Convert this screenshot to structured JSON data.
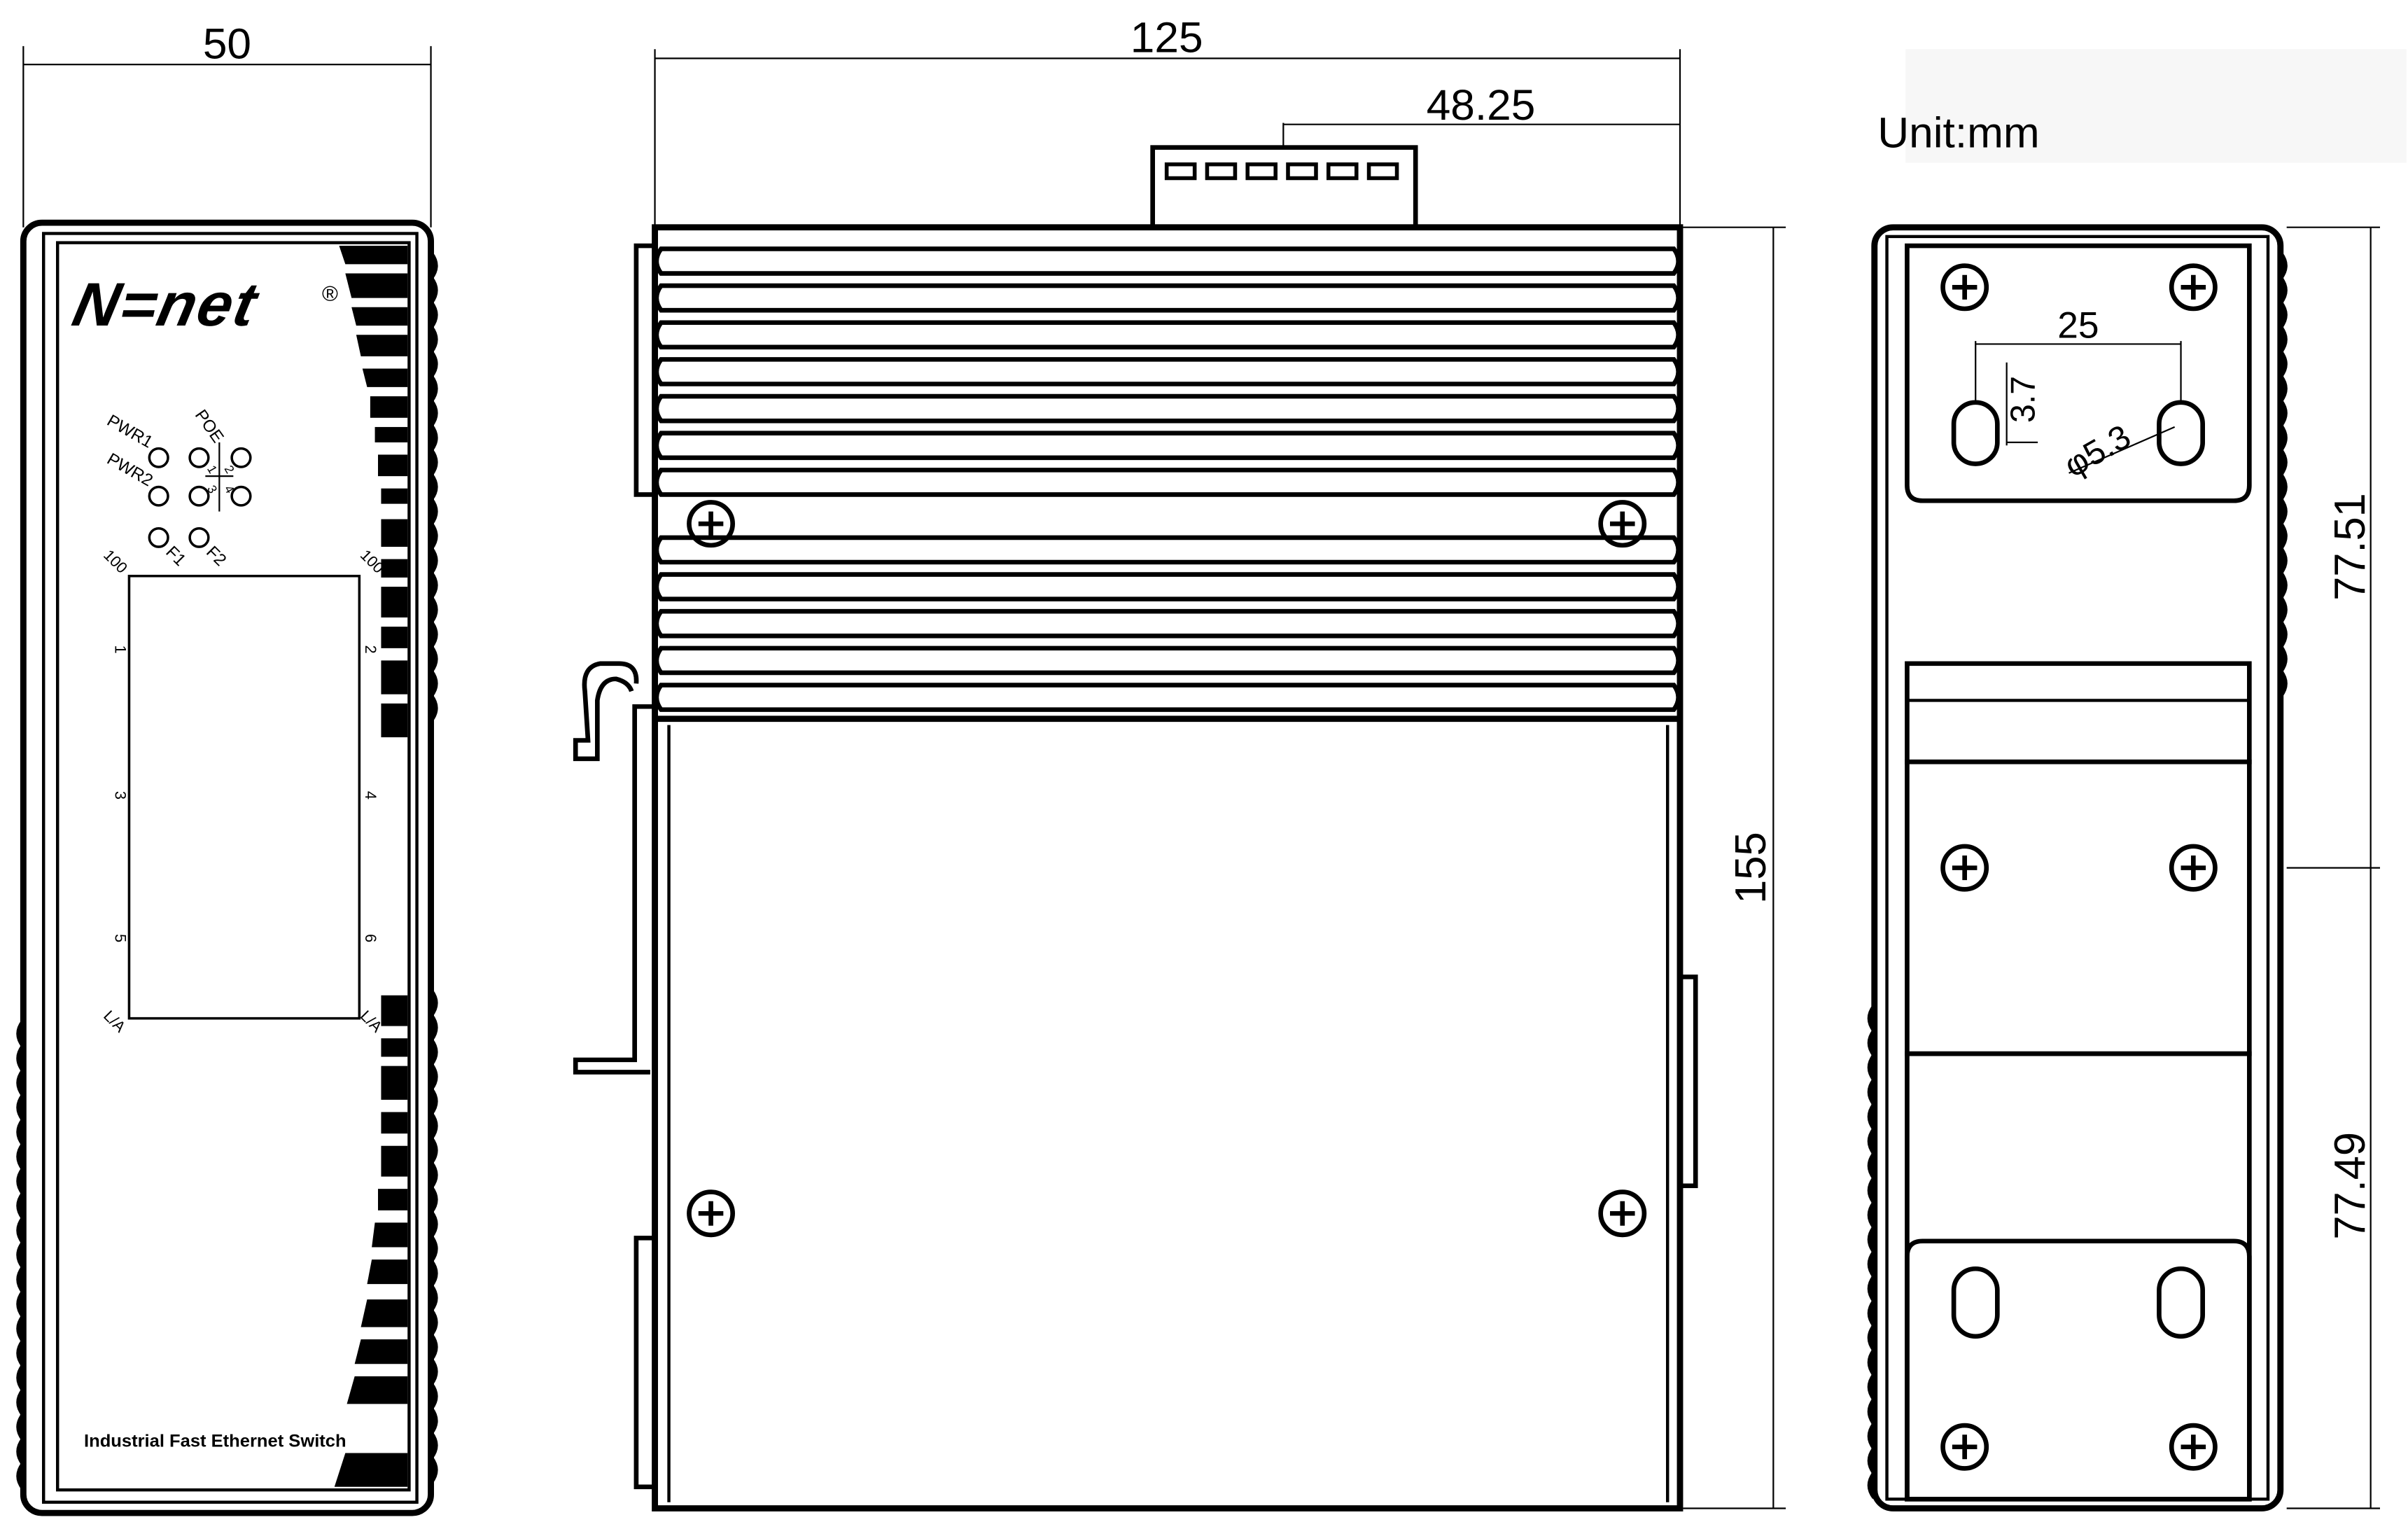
{
  "unit_label": "Unit:mm",
  "dimensions": {
    "front_width": "50",
    "side_width": "125",
    "terminal_offset": "48.25",
    "height": "155",
    "rear_hole_spacing": "25",
    "rear_hole_width": "3.7",
    "rear_hole_diameter": "φ5.3",
    "rear_upper_height": "77.51",
    "rear_lower_height": "77.49"
  },
  "front_panel": {
    "brand": "N=net",
    "registered_mark": "®",
    "product_name": "Industrial Fast Ethernet Switch",
    "led_labels": {
      "pwr1": "PWR1",
      "pwr2": "PWR2",
      "poe": "POE",
      "f1": "F1",
      "f2": "F2",
      "poe_ports": [
        "2",
        "4",
        "1",
        "3"
      ]
    },
    "port_labels": {
      "left_100": "100",
      "right_100": "100",
      "port1": "1",
      "port2": "2",
      "port3": "3",
      "port4": "4",
      "port5": "5",
      "port6": "6",
      "left_la": "L/A",
      "right_la": "L/A"
    }
  }
}
